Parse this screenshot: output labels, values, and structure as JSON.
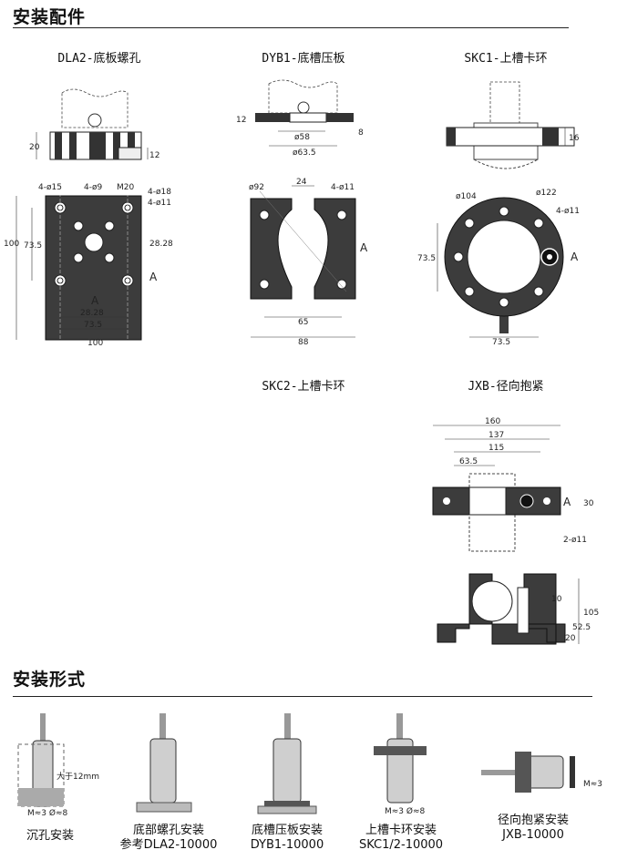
{
  "section1": {
    "title": "安装配件"
  },
  "section2": {
    "title": "安装形式"
  },
  "parts": {
    "dla2": {
      "title": "DLA2-底板螺孔"
    },
    "dyb1": {
      "title": "DYB1-底槽压板"
    },
    "skc1": {
      "title": "SKC1-上槽卡环"
    },
    "skc2": {
      "title": "SKC2-上槽卡环"
    },
    "jxb": {
      "title": "JXB-径向抱紧"
    }
  },
  "dims": {
    "dla2": {
      "h20": "20",
      "h12": "12",
      "d15": "4-ø15",
      "d9": "4-ø9",
      "m20": "M20",
      "d18": "4-ø18",
      "d11": "4-ø11",
      "w100": "100",
      "w73": "73.5",
      "w28": "28.28",
      "w28b": "28.28",
      "w73b": "73.5",
      "w100b": "100",
      "a1": "A",
      "a2": "A"
    },
    "dyb1": {
      "h12": "12",
      "h8": "8",
      "d58": "ø58",
      "d63": "ø63.5",
      "d92": "ø92",
      "w24": "24",
      "d11": "4-ø11",
      "w65": "65",
      "w88": "88",
      "a": "A"
    },
    "skc1": {
      "h16": "16",
      "d104": "ø104",
      "d122": "ø122",
      "d11": "4-ø11",
      "h73": "73.5",
      "w73": "73.5",
      "a": "A"
    },
    "jxb": {
      "w160": "160",
      "w137": "137",
      "w115": "115",
      "w63": "63.5",
      "h30": "30",
      "d11": "2-ø11",
      "a": "A",
      "h10": "10",
      "h105": "105",
      "h52": "52.5",
      "h20": "20"
    }
  },
  "install": {
    "items": [
      {
        "label": "沉孔安装",
        "sub": "",
        "note": "M≈3 Ø≈8",
        "side": "大于12mm"
      },
      {
        "label": "底部螺孔安装",
        "sub": "参考DLA2-10000"
      },
      {
        "label": "底槽压板安装",
        "sub": "DYB1-10000"
      },
      {
        "label": "上槽卡环安装",
        "sub": "SKC1/2-10000",
        "note": "M≈3 Ø≈8"
      },
      {
        "label": "径向抱紧安装",
        "sub": "JXB-10000",
        "side": "M≈3"
      }
    ]
  }
}
